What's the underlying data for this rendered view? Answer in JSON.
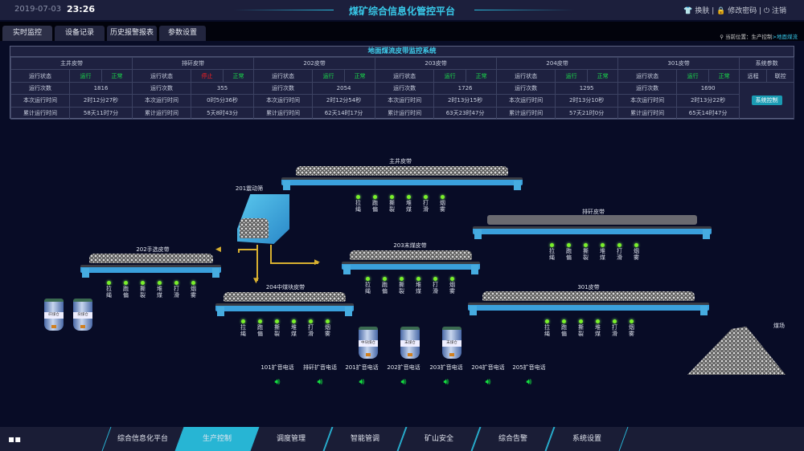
{
  "header": {
    "date": "2019-07-03",
    "time": "23:26",
    "title": "煤矿综合信息化管控平台",
    "links": [
      "换肤",
      "修改密码",
      "注销"
    ]
  },
  "tabs": [
    "实时监控",
    "设备记录",
    "历史报警报表",
    "参数设置"
  ],
  "location": {
    "label": "当前位置：",
    "path": "生产控制",
    "current": ">地面煤流"
  },
  "table": {
    "caption": "地面煤流皮带监控系统",
    "row_labels": [
      "运行状态",
      "运行次数",
      "本次运行时间",
      "累计运行时间"
    ],
    "belts": [
      {
        "name": "主井皮带",
        "run": "运行",
        "health": "正常",
        "count": "1816",
        "current": "2时12分27秒",
        "total": "58天11时7分"
      },
      {
        "name": "排矸皮带",
        "run": "停止",
        "health": "正常",
        "count": "355",
        "current": "0时5分36秒",
        "total": "5天8时43分"
      },
      {
        "name": "202皮带",
        "run": "运行",
        "health": "正常",
        "count": "2054",
        "current": "2时12分54秒",
        "total": "62天14时17分"
      },
      {
        "name": "203皮带",
        "run": "运行",
        "health": "正常",
        "count": "1726",
        "current": "2时13分15秒",
        "total": "63天23时47分"
      },
      {
        "name": "204皮带",
        "run": "运行",
        "health": "正常",
        "count": "1295",
        "current": "2时13分10秒",
        "total": "57天21时0分"
      },
      {
        "name": "301皮带",
        "run": "运行",
        "health": "正常",
        "count": "1690",
        "current": "2时13分22秒",
        "total": "65天14时47分"
      }
    ],
    "system": {
      "title": "系统参数",
      "remote": "远程",
      "linked": "联控",
      "control_button": "系统控制"
    }
  },
  "diagram": {
    "belts": [
      "主井皮带",
      "排矸皮带",
      "203末煤皮带",
      "202手选皮带",
      "204中煤块皮带",
      "301皮带"
    ],
    "screen": "201震动筛",
    "sensors": [
      [
        "拉",
        "绳"
      ],
      [
        "跑",
        "偏"
      ],
      [
        "撕",
        "裂"
      ],
      [
        "堆",
        "煤"
      ],
      [
        "打",
        "滑"
      ],
      [
        "烟",
        "雾"
      ]
    ],
    "silos": [
      "矸煤仓",
      "块煤仓",
      "中块煤仓",
      "末煤仓",
      "末煤仓"
    ],
    "phones": [
      "101扩音电话",
      "排矸扩音电话",
      "201扩音电话",
      "202扩音电话",
      "203扩音电话",
      "204扩音电话",
      "205扩音电话"
    ],
    "yard": "煤场"
  },
  "nav": [
    "综合信息化平台",
    "生产控制",
    "调度管理",
    "智能管调",
    "矿山安全",
    "综合告警",
    "系统设置"
  ]
}
